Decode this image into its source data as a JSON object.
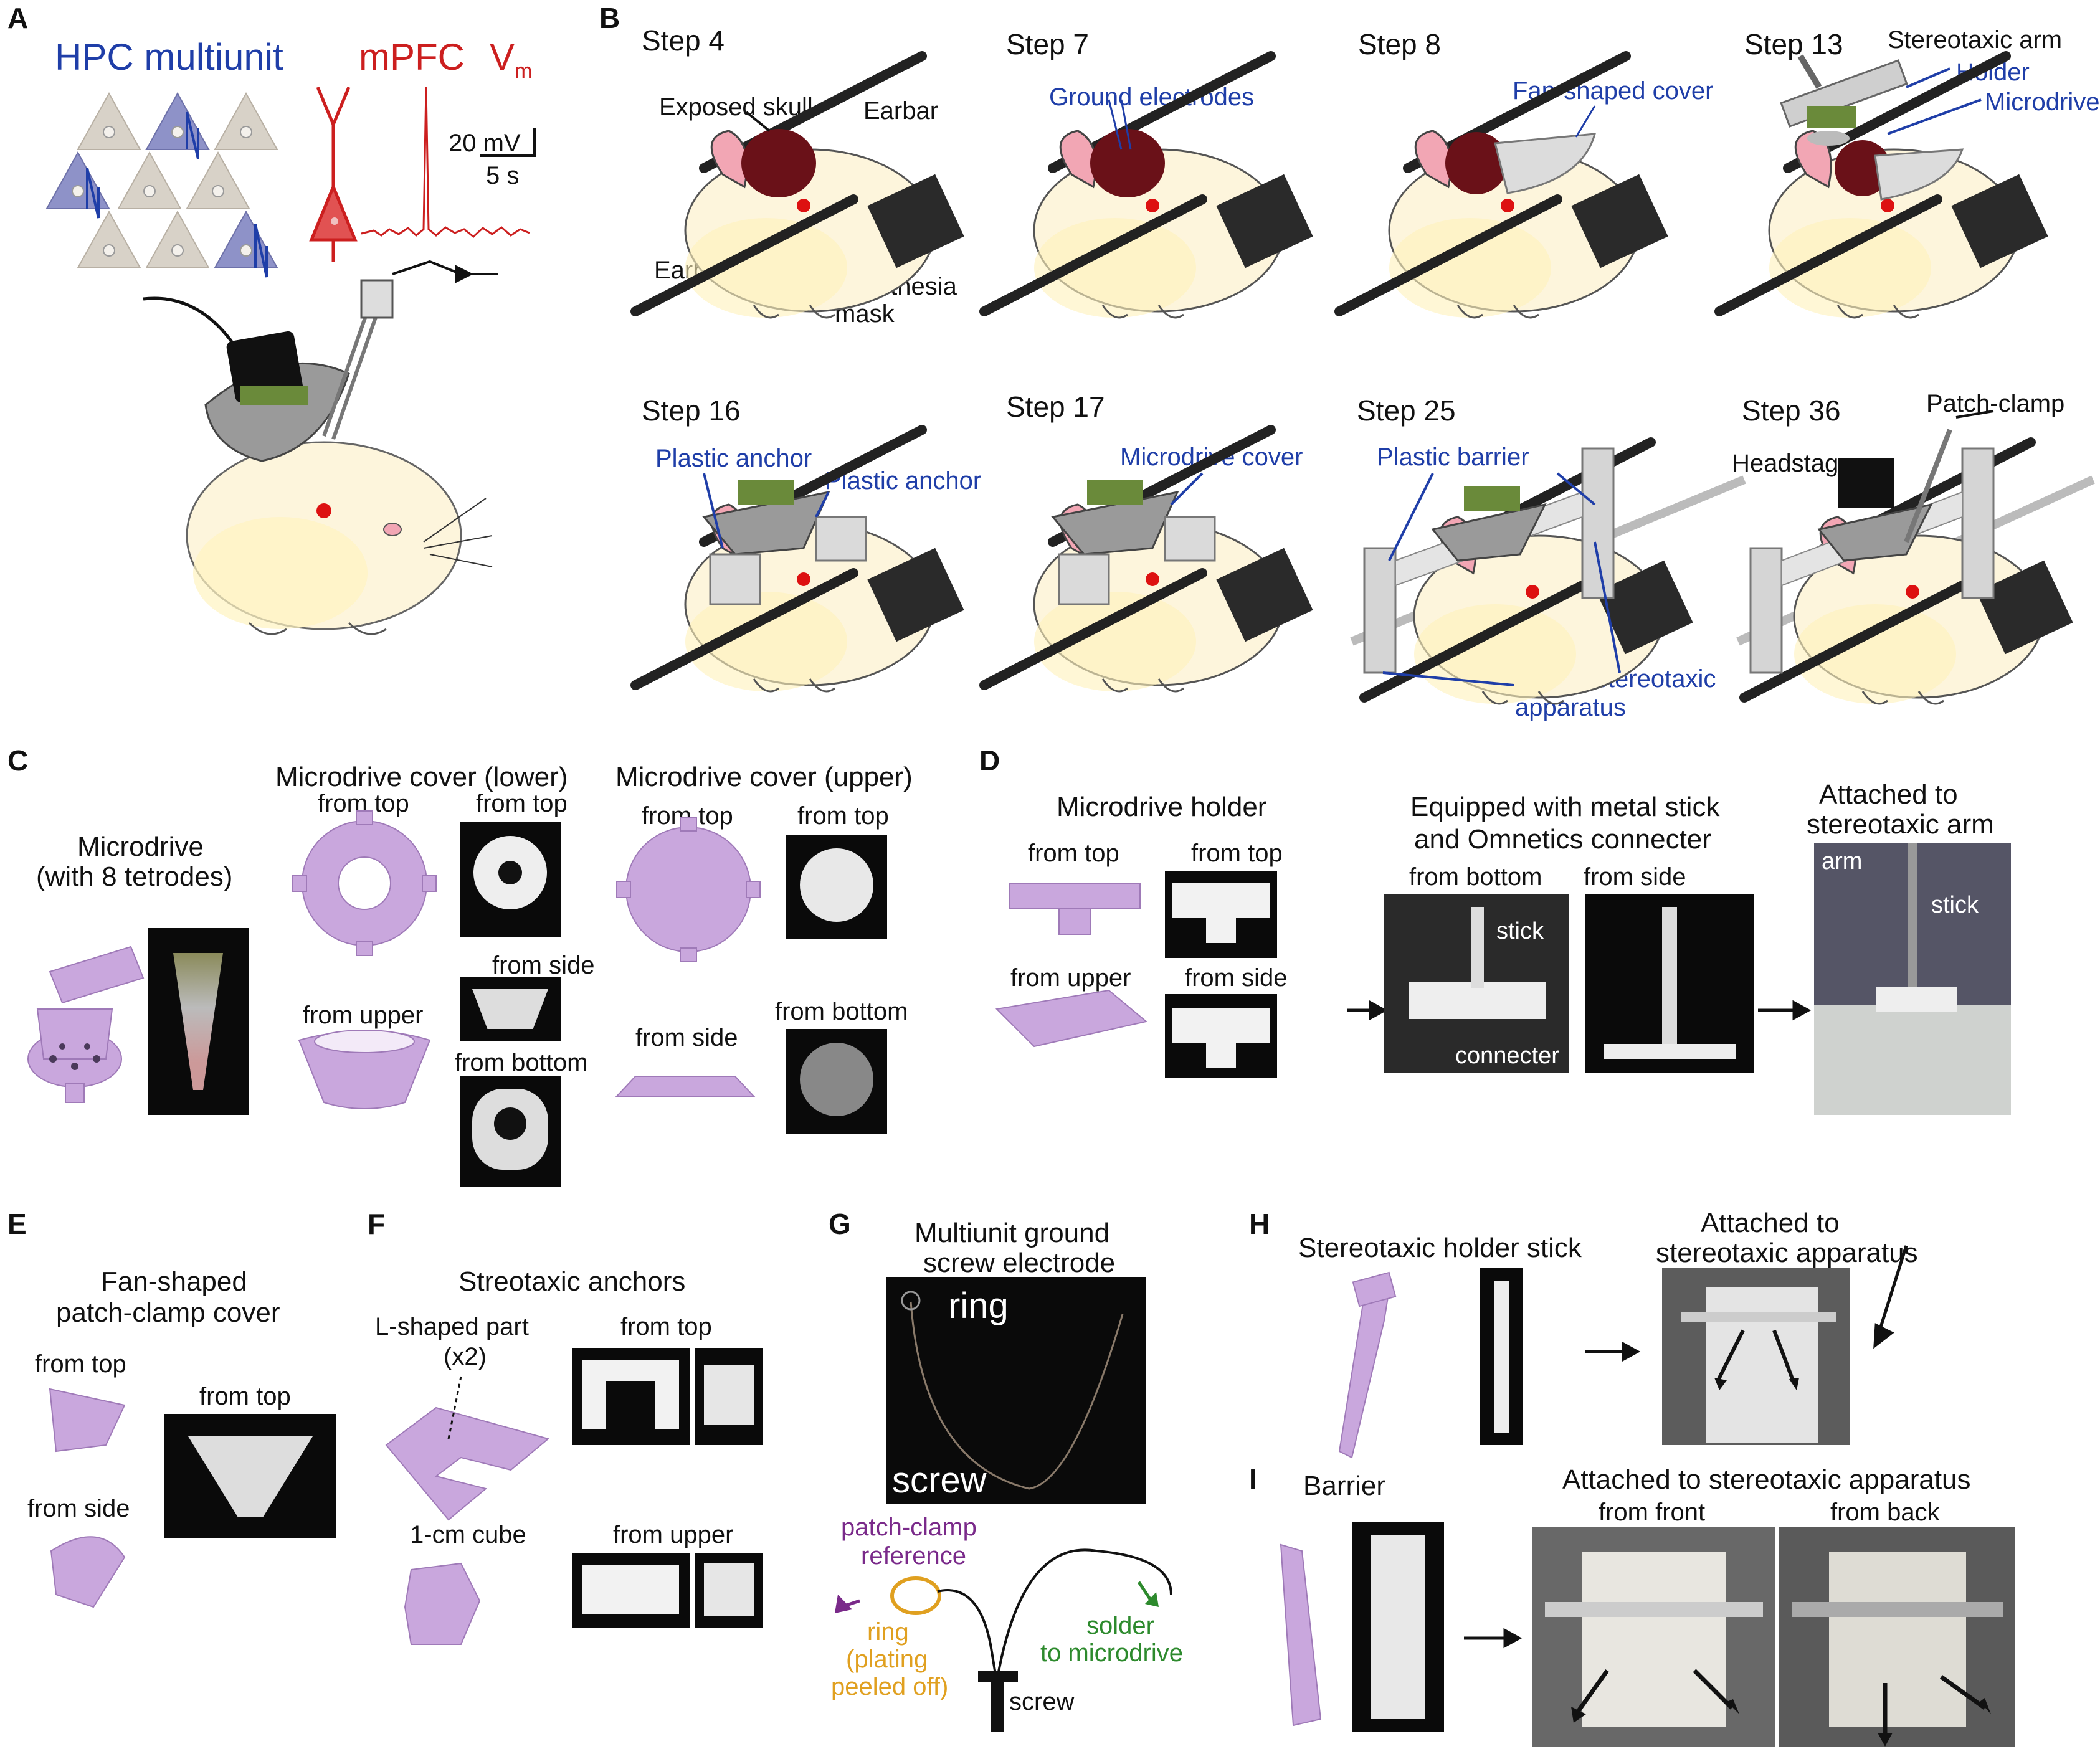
{
  "panels": {
    "A": "A",
    "B": "B",
    "C": "C",
    "D": "D",
    "E": "E",
    "F": "F",
    "G": "G",
    "H": "H",
    "I": "I"
  },
  "colors": {
    "blue": "#1f3ea8",
    "red": "#cc1f1f",
    "lavender": "#c9a7dd",
    "purple": "#7a2a8a",
    "orange": "#e0a020",
    "green": "#2d8a2d"
  },
  "panelA": {
    "hpc": "HPC multiunit",
    "mpfc": "mPFC",
    "vm": "V",
    "vm_sub": "m",
    "scale_mv": "20 mV",
    "scale_s": "5 s"
  },
  "panelB": {
    "step4": "Step 4",
    "step7": "Step 7",
    "step8": "Step 8",
    "step13": "Step 13",
    "step16": "Step 16",
    "step17": "Step 17",
    "step25": "Step 25",
    "step36": "Step 36",
    "exposed_skull": "Exposed skull",
    "earbar_top": "Earbar",
    "earbar_bottom": "Earbar",
    "anesthesia1": "Anesthesia",
    "anesthesia2": "mask",
    "ground_electrodes": "Ground electrodes",
    "fan_cover": "Fan-shaped cover",
    "stereotaxic_arm": "Stereotaxic arm",
    "holder": "Holder",
    "microdrive": "Microdrive",
    "plastic_anchor1": "Plastic anchor",
    "plastic_anchor2": "Plastic anchor",
    "microdrive_cover": "Microdrive cover",
    "plastic_barrier": "Plastic barrier",
    "plastic_stereo1": "Plastic stereotaxic",
    "plastic_stereo2": "apparatus",
    "headstage": "Headstage",
    "patch_clamp": "Patch-clamp"
  },
  "panelC": {
    "microdrive1": "Microdrive",
    "microdrive2": "(with 8 tetrodes)",
    "cover_lower": "Microdrive cover (lower)",
    "cover_upper": "Microdrive cover (upper)",
    "from_top_1": "from top",
    "from_top_2": "from top",
    "from_side": "from side",
    "from_upper": "from upper",
    "from_bottom": "from bottom",
    "from_top_3": "from top",
    "from_top_4": "from top",
    "from_side_2": "from side",
    "from_bottom_2": "from bottom"
  },
  "panelD": {
    "holder": "Microdrive holder",
    "from_top_1": "from top",
    "from_top_2": "from top",
    "from_upper": "from upper",
    "from_side": "from side",
    "equipped1": "Equipped with metal stick",
    "equipped2": "and Omnetics connecter",
    "from_bottom": "from bottom",
    "from_side_2": "from side",
    "stick": "stick",
    "connecter": "connecter",
    "attached1": "Attached to",
    "attached2": "stereotaxic arm",
    "arm": "arm",
    "stick2": "stick"
  },
  "panelE": {
    "title1": "Fan-shaped",
    "title2": "patch-clamp cover",
    "from_top": "from top",
    "from_top_2": "from top",
    "from_side": "from side"
  },
  "panelF": {
    "title": "Streotaxic anchors",
    "lshaped": "L-shaped part",
    "x2": "(x2)",
    "from_top": "from top",
    "cube": "1-cm cube",
    "from_upper": "from upper"
  },
  "panelG": {
    "title1": "Multiunit ground",
    "title2": "screw electrode",
    "ring": "ring",
    "screw": "screw",
    "pc_ref1": "patch-clamp",
    "pc_ref2": "reference",
    "ring2": "ring",
    "plating1": "(plating",
    "plating2": "peeled off)",
    "solder1": "solder",
    "solder2": "to microdrive",
    "screw2": "screw"
  },
  "panelH": {
    "stick": "Stereotaxic holder stick",
    "attached1": "Attached to",
    "attached2": "stereotaxic apparatus"
  },
  "panelI": {
    "barrier": "Barrier",
    "attached": "Attached to stereotaxic apparatus",
    "from_front": "from front",
    "from_back": "from back"
  }
}
